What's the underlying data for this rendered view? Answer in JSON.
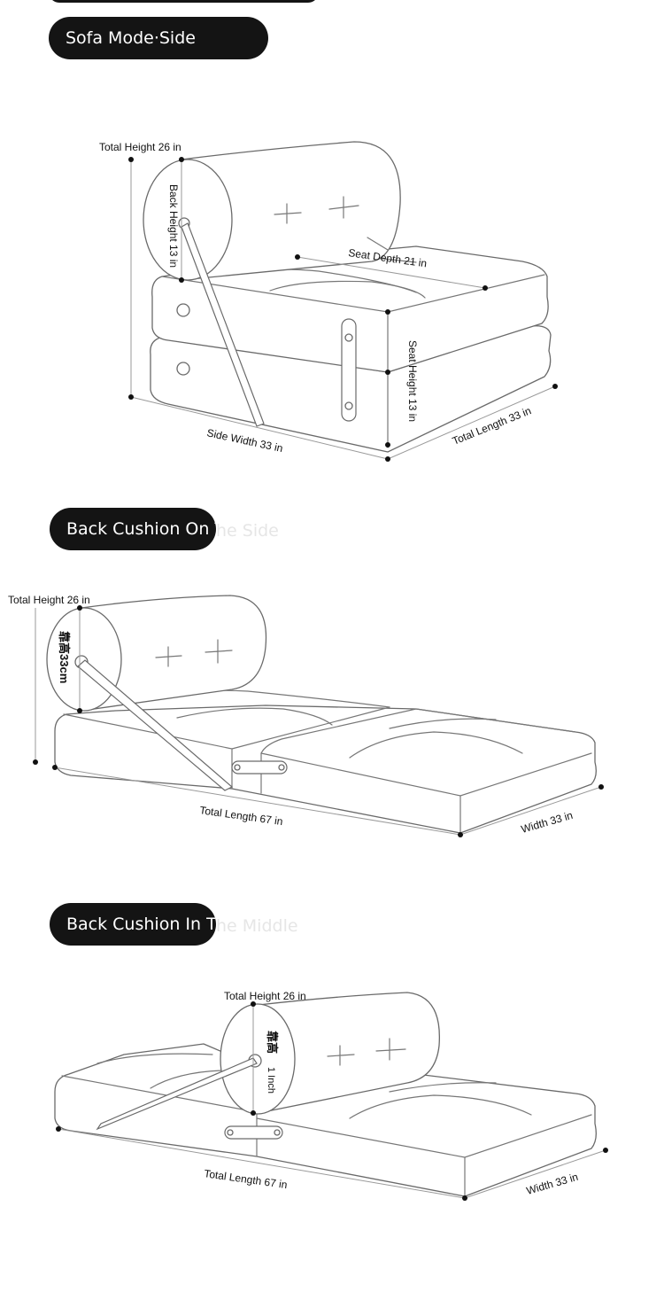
{
  "sections": {
    "sofa_mode": {
      "title": "Sofa Mode·Side"
    },
    "back_side": {
      "title_shown": "Back Cushion On T",
      "title_faint": "he Side"
    },
    "back_middle": {
      "title_shown": "Back Cushion In T",
      "title_faint": "he Middle"
    }
  },
  "diagram1": {
    "total_height": "Total Height 26 in",
    "back_height": "Back Height 13 in",
    "seat_depth": "Seat Depth 21 in",
    "seat_height": "Seat Height 13 in",
    "side_width": "Side Width 33 in",
    "total_length": "Total Length 33 in"
  },
  "diagram2": {
    "total_height": "Total Height 26 in",
    "back_height": "靠高33cm",
    "total_length": "Total Length 67 in",
    "width": "Width 33 in"
  },
  "diagram3": {
    "total_height": "Total Height 26 in",
    "back_height": "靠高",
    "back_height_unit": "1 Inch",
    "total_length": "Total Length 67 in",
    "width": "Width 33 in"
  }
}
